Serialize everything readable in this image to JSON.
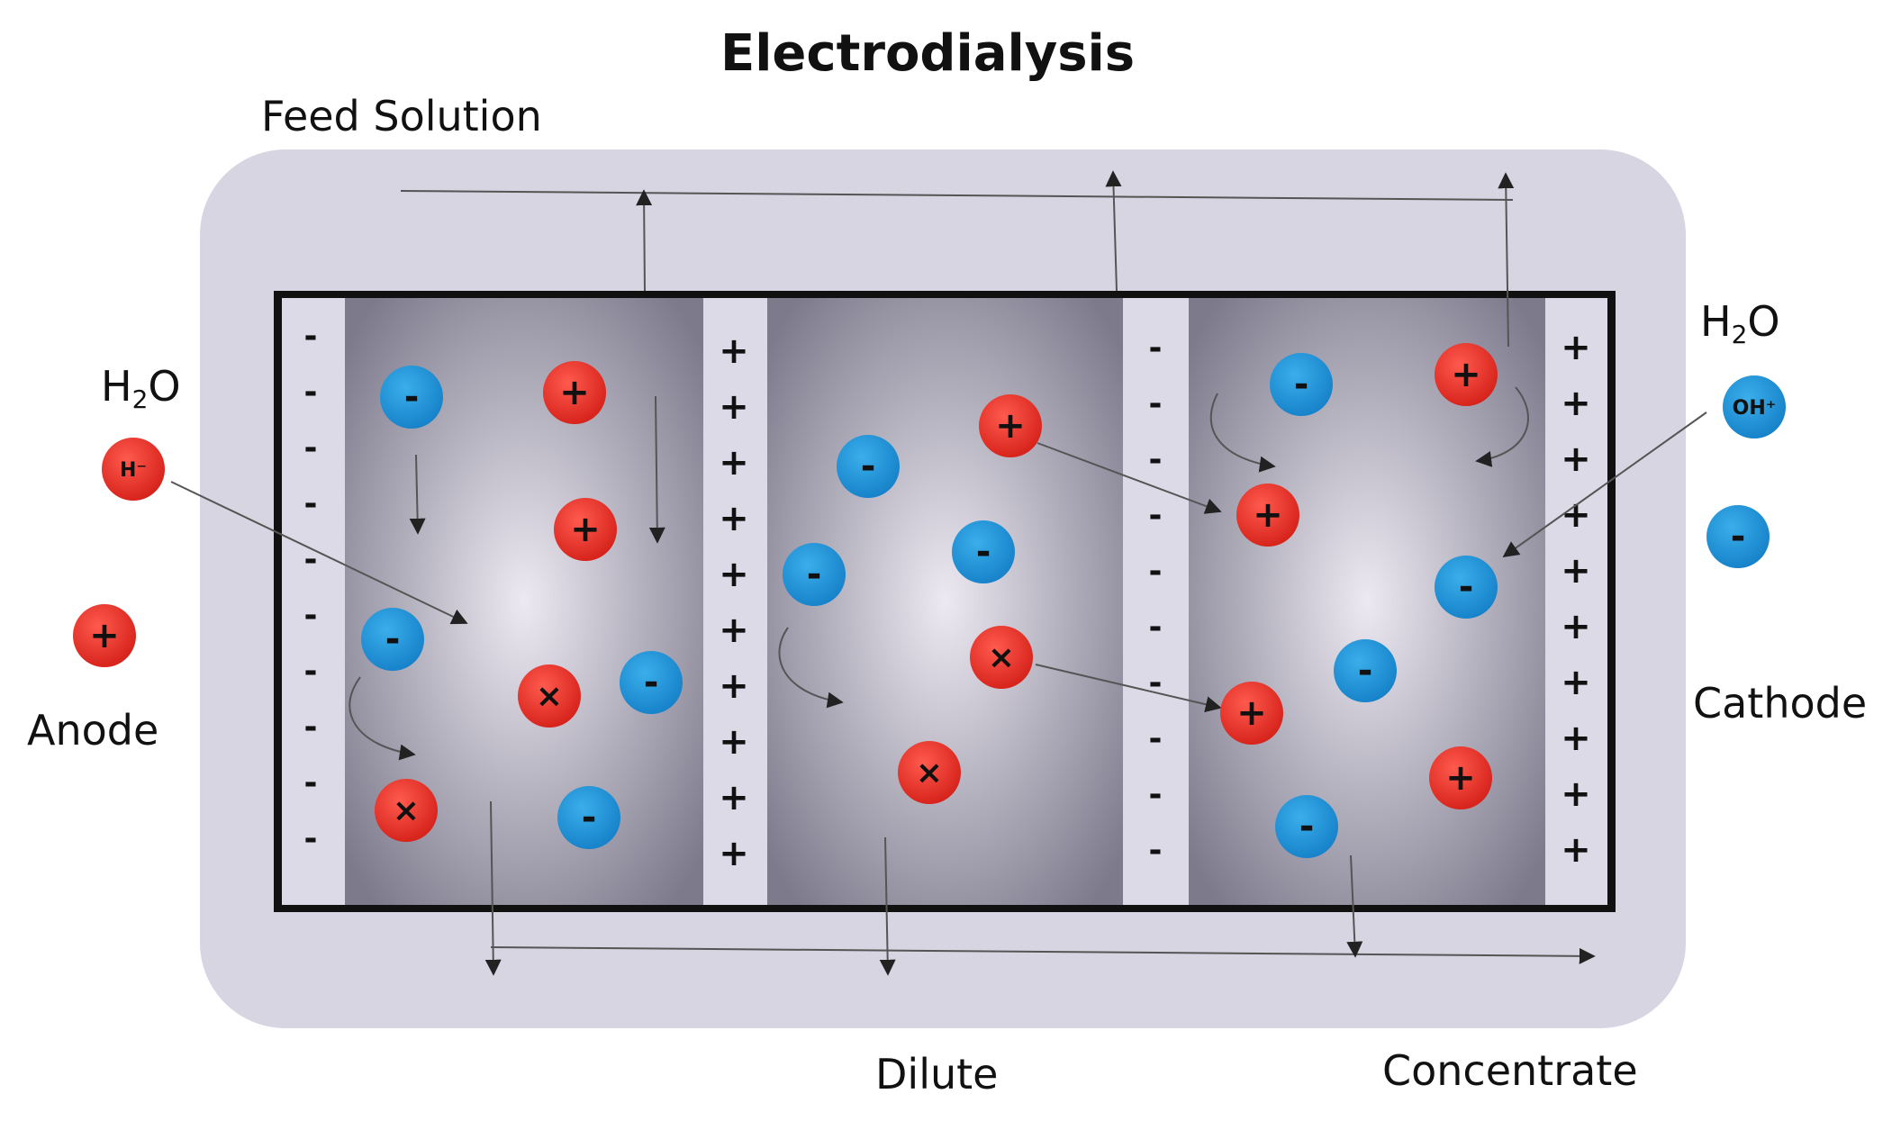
{
  "title": "Electrodialysis",
  "labels": {
    "feed": "Feed Solution",
    "h2o_left_main": "H",
    "h2o_left_sub": "2",
    "h2o_left_tail": "O",
    "h2o_right_main": "H",
    "h2o_right_sub": "2",
    "h2o_right_tail": "O",
    "anode": "Anode",
    "cathode": "Cathode",
    "dilute": "Dilute",
    "concentrate": "Concentrate"
  },
  "membranes": [
    {
      "charge": "-"
    },
    {
      "charge": "+"
    },
    {
      "charge": "-"
    },
    {
      "charge": "+"
    }
  ],
  "ion_symbols": {
    "cation": "+",
    "anion": "-",
    "other": "×",
    "h_minus": "H⁻",
    "oh_plus": "OH⁺"
  },
  "colors": {
    "cation": "#e8322a",
    "anion": "#1e8fd8",
    "outer_box": "#d8d5e3",
    "membrane": "#dcdae6",
    "chamber_center": "#ece9f2",
    "chamber_edge": "#7d7a8c",
    "frame": "#111111",
    "line": "#555555"
  }
}
